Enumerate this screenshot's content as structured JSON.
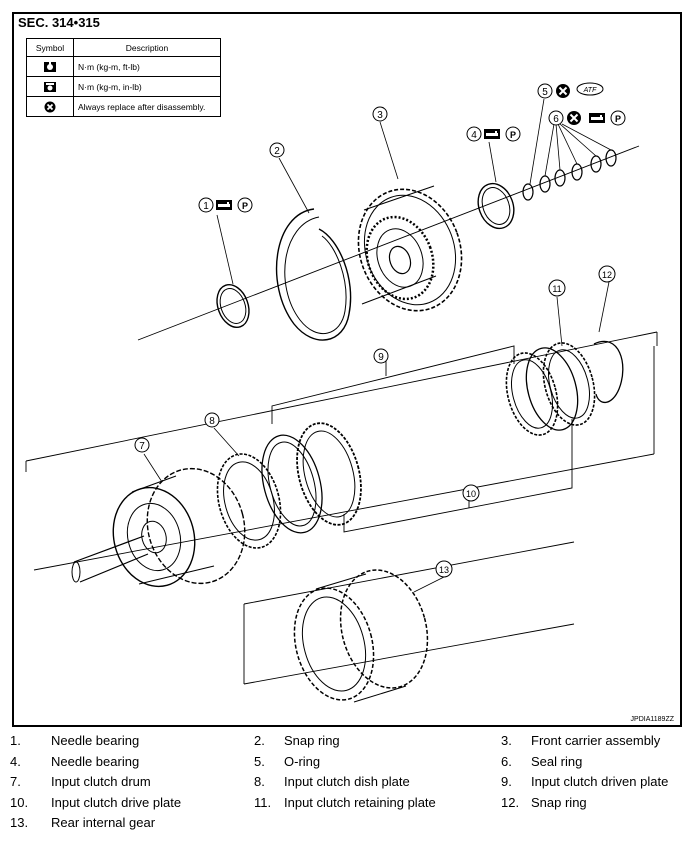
{
  "section_title": "SEC. 314•315",
  "symbol_table": {
    "headers": [
      "Symbol",
      "Description"
    ],
    "rows": [
      {
        "icon": "torque-wrench-icon",
        "description": "N·m (kg-m, ft-lb)"
      },
      {
        "icon": "torque-wrench-small-icon",
        "description": "N·m (kg-m, in-lb)"
      },
      {
        "icon": "replace-x-icon",
        "description": "Always replace after disassembly."
      }
    ]
  },
  "callouts": [
    "1",
    "2",
    "3",
    "4",
    "5",
    "6",
    "7",
    "8",
    "9",
    "10",
    "11",
    "12",
    "13"
  ],
  "atf_label": "ATF",
  "petroleum_jelly_label": "P",
  "figure_code": "JPDIA1189ZZ",
  "parts": [
    {
      "num": "1.",
      "name": "Needle bearing"
    },
    {
      "num": "2.",
      "name": "Snap ring"
    },
    {
      "num": "3.",
      "name": "Front carrier assembly"
    },
    {
      "num": "4.",
      "name": "Needle bearing"
    },
    {
      "num": "5.",
      "name": "O-ring"
    },
    {
      "num": "6.",
      "name": "Seal ring"
    },
    {
      "num": "7.",
      "name": "Input clutch drum"
    },
    {
      "num": "8.",
      "name": "Input clutch dish plate"
    },
    {
      "num": "9.",
      "name": "Input clutch driven plate"
    },
    {
      "num": "10.",
      "name": "Input clutch drive plate"
    },
    {
      "num": "11.",
      "name": "Input clutch retaining plate"
    },
    {
      "num": "12.",
      "name": "Snap ring"
    },
    {
      "num": "13.",
      "name": "Rear internal gear"
    }
  ]
}
